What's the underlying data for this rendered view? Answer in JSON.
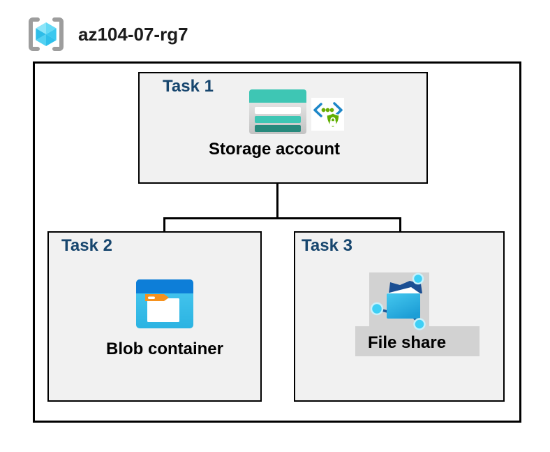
{
  "header": {
    "title": "az104-07-rg7",
    "icon": "resource-group-icon"
  },
  "tasks": [
    {
      "label": "Task 1",
      "resource": "Storage account",
      "icons": [
        "storage-account-icon",
        "secure-api-icon"
      ]
    },
    {
      "label": "Task 2",
      "resource": "Blob container",
      "icons": [
        "blob-container-icon"
      ]
    },
    {
      "label": "Task 3",
      "resource": "File share",
      "icons": [
        "file-share-icon"
      ]
    }
  ],
  "connections": [
    {
      "from": "Storage account",
      "to": "Blob container"
    },
    {
      "from": "Storage account",
      "to": "File share"
    }
  ],
  "colors": {
    "task_label": "#17466e",
    "box_fill": "#f1f1f1",
    "border": "#000000",
    "storage_teal": "#3ec6b4",
    "storage_dark_teal": "#27897c",
    "blob_header_blue": "#0d7ed8",
    "blob_body_cyan": "#39bfe9",
    "folder_tab_orange": "#f6921e",
    "fileshare_blue": "#2bacdf",
    "fileshare_dark_blue": "#1b4f93",
    "node_cyan": "#3ecff5",
    "api_bracket_blue": "#1e87c8",
    "api_green": "#5fae00",
    "cube_cyan": "#4fd0f1",
    "bracket_gray": "#9d9d9d",
    "highlight_gray": "#d2d2d2"
  }
}
